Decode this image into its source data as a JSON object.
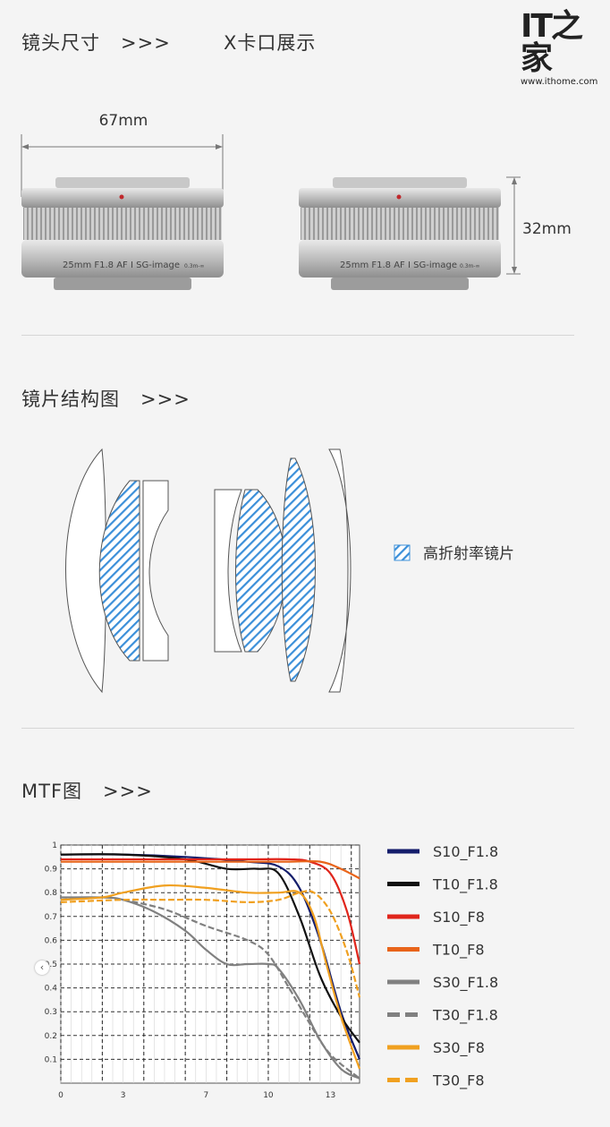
{
  "logo": {
    "mark": "IT之家",
    "url": "www.ithome.com"
  },
  "section1": {
    "title": "镜头尺寸   >>>",
    "subtitle": "X卡口展示",
    "width_label": "67mm",
    "height_label": "32mm",
    "lens_text": "25mm F1.8 AF I SG-image",
    "lens_focus": "0.3m-∞"
  },
  "section2": {
    "title": "镜片结构图   >>>",
    "legend": "高折射率镜片"
  },
  "section3": {
    "title": "MTF图   >>>"
  },
  "chart_data": {
    "type": "line",
    "title": "",
    "xlabel": "",
    "ylabel": "",
    "xlim": [
      0,
      14.4
    ],
    "ylim": [
      0,
      1
    ],
    "x_ticks": [
      0,
      3,
      7,
      10,
      13
    ],
    "y_ticks": [
      0.1,
      0.2,
      0.3,
      0.4,
      0.5,
      0.6,
      0.7,
      0.8,
      0.9,
      1
    ],
    "grid": true,
    "legend_position": "right",
    "series": [
      {
        "name": "S10_F1.8",
        "color": "#141d6b",
        "dash": false,
        "points": [
          [
            0,
            0.96
          ],
          [
            3,
            0.96
          ],
          [
            6,
            0.95
          ],
          [
            9,
            0.93
          ],
          [
            10.5,
            0.91
          ],
          [
            11.5,
            0.82
          ],
          [
            12.5,
            0.6
          ],
          [
            13.5,
            0.3
          ],
          [
            14.4,
            0.1
          ]
        ]
      },
      {
        "name": "T10_F1.8",
        "color": "#111111",
        "dash": false,
        "points": [
          [
            0,
            0.96
          ],
          [
            3,
            0.96
          ],
          [
            6,
            0.94
          ],
          [
            8,
            0.9
          ],
          [
            9.5,
            0.9
          ],
          [
            10.5,
            0.88
          ],
          [
            11.5,
            0.7
          ],
          [
            12.5,
            0.45
          ],
          [
            13.5,
            0.28
          ],
          [
            14.4,
            0.17
          ]
        ]
      },
      {
        "name": "S10_F8",
        "color": "#e0251b",
        "dash": false,
        "points": [
          [
            0,
            0.94
          ],
          [
            3,
            0.94
          ],
          [
            6,
            0.94
          ],
          [
            9,
            0.94
          ],
          [
            11,
            0.94
          ],
          [
            12,
            0.93
          ],
          [
            13,
            0.88
          ],
          [
            13.8,
            0.72
          ],
          [
            14.4,
            0.5
          ]
        ]
      },
      {
        "name": "T10_F8",
        "color": "#e8641a",
        "dash": false,
        "points": [
          [
            0,
            0.93
          ],
          [
            3,
            0.93
          ],
          [
            6,
            0.93
          ],
          [
            9,
            0.93
          ],
          [
            11,
            0.93
          ],
          [
            12.5,
            0.93
          ],
          [
            13.5,
            0.9
          ],
          [
            14.4,
            0.86
          ]
        ]
      },
      {
        "name": "S30_F1.8",
        "color": "#808080",
        "dash": false,
        "points": [
          [
            0,
            0.78
          ],
          [
            2,
            0.78
          ],
          [
            3,
            0.77
          ],
          [
            4.5,
            0.72
          ],
          [
            6,
            0.64
          ],
          [
            7,
            0.56
          ],
          [
            8,
            0.5
          ],
          [
            9,
            0.5
          ],
          [
            10,
            0.5
          ],
          [
            10.5,
            0.48
          ],
          [
            11.5,
            0.35
          ],
          [
            12.5,
            0.18
          ],
          [
            13.5,
            0.06
          ],
          [
            14.4,
            0.02
          ]
        ]
      },
      {
        "name": "T30_F1.8",
        "color": "#808080",
        "dash": true,
        "points": [
          [
            0,
            0.77
          ],
          [
            2,
            0.78
          ],
          [
            3,
            0.77
          ],
          [
            5,
            0.73
          ],
          [
            7,
            0.66
          ],
          [
            9,
            0.6
          ],
          [
            10,
            0.54
          ],
          [
            11,
            0.4
          ],
          [
            12,
            0.25
          ],
          [
            13,
            0.12
          ],
          [
            14.4,
            0.02
          ]
        ]
      },
      {
        "name": "S30_F8",
        "color": "#f0a020",
        "dash": false,
        "points": [
          [
            0,
            0.77
          ],
          [
            2,
            0.78
          ],
          [
            3,
            0.8
          ],
          [
            5,
            0.83
          ],
          [
            7,
            0.82
          ],
          [
            9,
            0.8
          ],
          [
            10.5,
            0.8
          ],
          [
            11.5,
            0.8
          ],
          [
            12.2,
            0.7
          ],
          [
            12.8,
            0.5
          ],
          [
            13.5,
            0.28
          ],
          [
            14.4,
            0.06
          ]
        ]
      },
      {
        "name": "T30_F8",
        "color": "#f0a020",
        "dash": true,
        "points": [
          [
            0,
            0.76
          ],
          [
            3,
            0.77
          ],
          [
            5,
            0.77
          ],
          [
            7,
            0.77
          ],
          [
            9,
            0.76
          ],
          [
            10.5,
            0.77
          ],
          [
            11.5,
            0.8
          ],
          [
            12.2,
            0.8
          ],
          [
            13,
            0.72
          ],
          [
            13.8,
            0.55
          ],
          [
            14.4,
            0.36
          ]
        ]
      }
    ]
  }
}
